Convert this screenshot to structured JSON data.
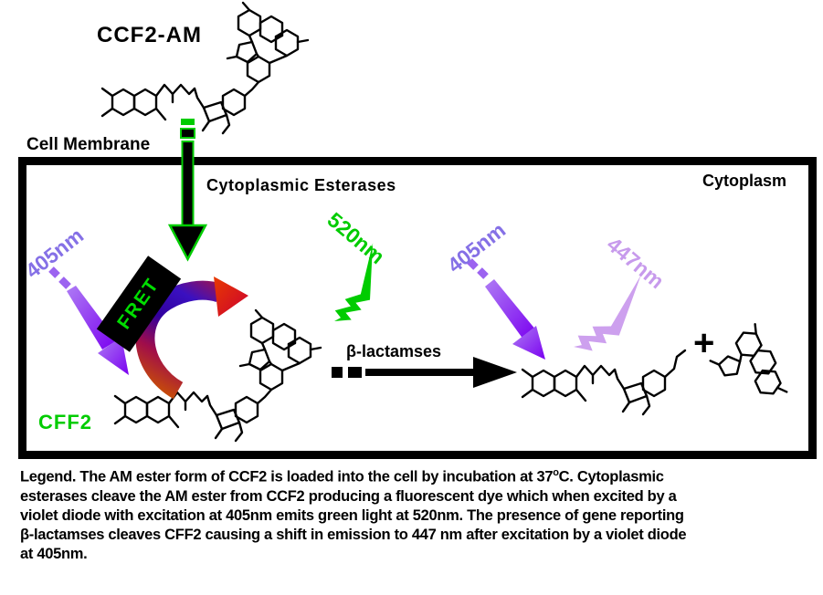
{
  "diagram": {
    "title": "CCF2-AM",
    "labels": {
      "cell_membrane": "Cell Membrane",
      "cytoplasm": "Cytoplasm",
      "cytoplasmic_esterases": "Cytoplasmic Esterases",
      "fret": "FRET",
      "cff2": "CFF2",
      "beta_lactamase": "β-lactamses",
      "plus": "+"
    },
    "wavelengths": {
      "excitation_left": "405nm",
      "emission_green": "520nm",
      "excitation_right": "405nm",
      "emission_violet": "447nm"
    },
    "colors": {
      "excitation_arrow": "#8A2BE2",
      "wavelength_label_purple": "#8570E6",
      "emission_green": "#00CC00",
      "emission_violet": "#CDA0EE",
      "fret_text": "#00DD00",
      "cff2_text": "#00CC00"
    }
  },
  "legend": {
    "line1_a": "Legend. The AM ester form of CCF2 is loaded into the cell by incubation at 37",
    "line1_sup": "o",
    "line1_b": "C. Cytoplasmic",
    "line2": "esterases cleave the AM ester from CCF2 producing a fluorescent dye which when excited by a",
    "line3": "violet diode with excitation at 405nm emits green light at 520nm. The presence of gene reporting",
    "line4": "β-lactamses cleaves CFF2 causing a shift in emission to 447 nm after excitation by a violet diode",
    "line5": "at 405nm."
  }
}
